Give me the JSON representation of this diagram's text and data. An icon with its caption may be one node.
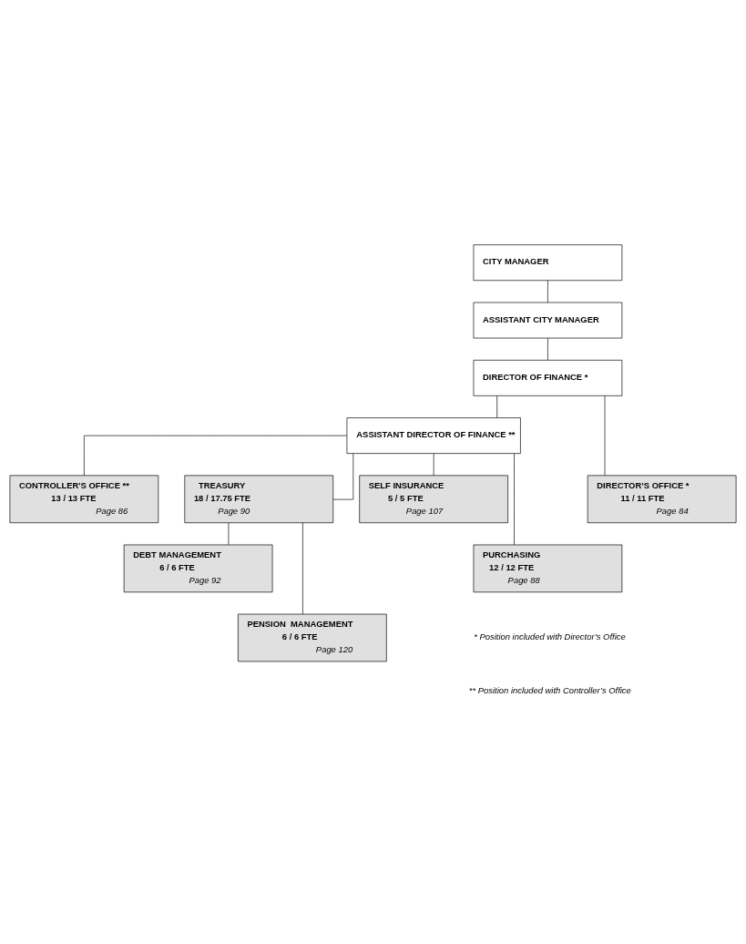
{
  "diagram": {
    "nodes": [
      {
        "text": [
          "CITY MANAGER"
        ]
      },
      {
        "text": [
          "ASSISTANT CITY MANAGER"
        ]
      },
      {
        "text": [
          "DIRECTOR OF FINANCE *"
        ]
      },
      {
        "text": [
          "ASSISTANT DIRECTOR OF FINANCE **"
        ]
      },
      {
        "text": [
          "DIRECTOR’S OFFICE *",
          "11 / 11 FTE",
          "Page 84"
        ]
      },
      {
        "text": [
          "CONTROLLER'S OFFICE **",
          "13 / 13 FTE",
          "Page 86"
        ]
      },
      {
        "text": [
          "TREASURY",
          "18 / 17.75 FTE",
          "Page 90"
        ]
      },
      {
        "text": [
          "SELF INSURANCE",
          "5 / 5 FTE",
          "Page 107"
        ]
      },
      {
        "text": [
          "DEBT MANAGEMENT",
          "6 / 6 FTE",
          "Page 92"
        ]
      },
      {
        "text": [
          "PURCHASING",
          "12 / 12 FTE",
          "Page 88"
        ]
      },
      {
        "text": [
          "PENSION  MANAGEMENT",
          "6 / 6 FTE",
          "Page 120"
        ]
      }
    ],
    "edges": [
      {
        "from": 0,
        "to": 1,
        "arrow": "none"
      },
      {
        "from": 1,
        "to": 2,
        "arrow": "none"
      },
      {
        "from": 2,
        "to": 3,
        "arrow": "none"
      },
      {
        "from": 2,
        "to": 4,
        "arrow": "none"
      },
      {
        "from": 3,
        "to": 5,
        "arrow": "none"
      },
      {
        "from": 3,
        "to": 6,
        "arrow": "none"
      },
      {
        "from": 3,
        "to": 7,
        "arrow": "none"
      },
      {
        "from": 3,
        "to": 9,
        "arrow": "none"
      },
      {
        "from": 6,
        "to": 8,
        "arrow": "none"
      },
      {
        "from": 6,
        "to": 10,
        "arrow": "none"
      }
    ],
    "labels": [
      "* Position included with Director’s Office",
      "** Position included with Controller’s Office"
    ]
  }
}
